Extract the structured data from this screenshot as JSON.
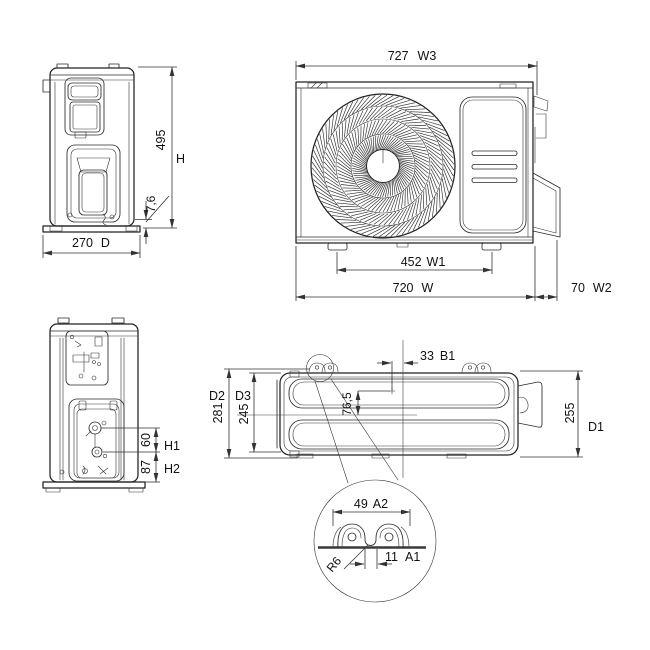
{
  "drawing": {
    "title": "outdoor-unit-dimension-drawing",
    "line_color": "#222222",
    "background": "#ffffff",
    "views": {
      "side_left": {
        "height": "495",
        "height_label": "H",
        "base_thickness": "7,6",
        "depth": "270",
        "depth_label": "D"
      },
      "front": {
        "overall_width": "727",
        "overall_width_label": "W3",
        "feet_spacing": "452",
        "feet_spacing_label": "W1",
        "body_width": "720",
        "body_width_label": "W",
        "side_clearance": "70",
        "side_clearance_label": "W2"
      },
      "valve_side": {
        "valve_gap": "60",
        "valve_gap_label": "H1",
        "valve_height": "87",
        "valve_height_label": "H2"
      },
      "top": {
        "hole_offset_x": "33",
        "hole_offset_x_label": "B1",
        "hole_offset_y": "76,5",
        "depth_overall": "281",
        "depth_overall_label": "D2",
        "depth_body": "245",
        "depth_body_label": "D3",
        "depth_right": "255",
        "depth_right_label": "D1"
      },
      "detail": {
        "slot_pitch": "49",
        "slot_pitch_label": "A2",
        "slot_radius": "R6",
        "slot_width": "11",
        "slot_width_label": "A1"
      }
    }
  }
}
